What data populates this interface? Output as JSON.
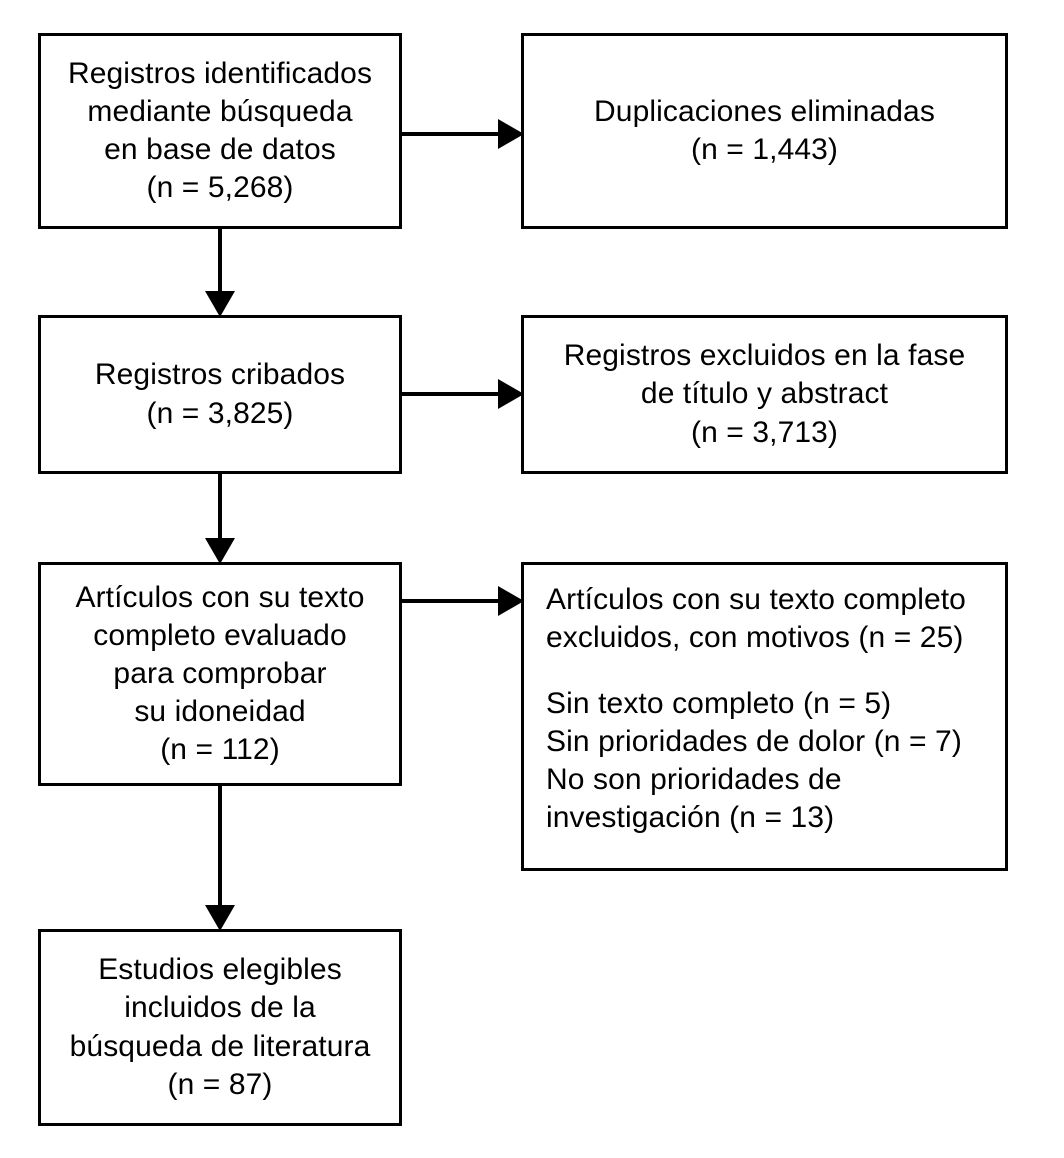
{
  "diagram": {
    "type": "prisma-flow-diagram",
    "language": "es",
    "background_color": "#ffffff",
    "line_color": "#000000",
    "text_color": "#000000"
  },
  "boxes": {
    "identified": {
      "name": "records-identified",
      "lines": [
        "Registros identificados",
        "mediante búsqueda",
        "en base de datos",
        "(n = 5,268)"
      ],
      "count": "5,268",
      "align": "center"
    },
    "duplicates": {
      "name": "duplicates-removed",
      "lines": [
        "Duplicaciones eliminadas",
        "(n = 1,443)"
      ],
      "count": "1,443",
      "align": "center"
    },
    "screened": {
      "name": "records-screened",
      "lines": [
        "Registros cribados",
        "(n = 3,825)"
      ],
      "count": "3,825",
      "align": "center"
    },
    "excluded_title_abstract": {
      "name": "records-excluded-title-abstract",
      "lines": [
        "Registros excluidos en la fase",
        "de título y abstract",
        "(n = 3,713)"
      ],
      "count": "3,713",
      "align": "center"
    },
    "fulltext_assessed": {
      "name": "fulltext-assessed",
      "lines": [
        "Artículos con su texto",
        "completo evaluado",
        "para comprobar",
        "su idoneidad",
        "(n = 112)"
      ],
      "count": "112",
      "align": "center"
    },
    "fulltext_excluded": {
      "name": "fulltext-excluded-with-reasons",
      "lines": [
        "Artículos con su texto completo",
        "excluidos, con motivos (n = 25)",
        "",
        "Sin texto completo (n = 5)",
        "Sin prioridades de dolor (n = 7)",
        "No son prioridades de",
        "investigación (n = 13)"
      ],
      "count": "25",
      "align": "left",
      "reasons": [
        {
          "label": "Sin texto completo",
          "n": "5"
        },
        {
          "label": "Sin prioridades de dolor",
          "n": "7"
        },
        {
          "label": "No son prioridades de investigación",
          "n": "13"
        }
      ]
    },
    "included": {
      "name": "studies-included",
      "lines": [
        "Estudios elegibles",
        "incluidos de la",
        "búsqueda de literatura",
        "(n = 87)"
      ],
      "count": "87",
      "align": "center"
    }
  },
  "connectors": [
    {
      "name": "arrow-identified-to-duplicates",
      "direction": "right"
    },
    {
      "name": "arrow-identified-to-screened",
      "direction": "down"
    },
    {
      "name": "arrow-screened-to-excluded",
      "direction": "right"
    },
    {
      "name": "arrow-screened-to-fulltext",
      "direction": "down"
    },
    {
      "name": "arrow-fulltext-to-excluded",
      "direction": "right"
    },
    {
      "name": "arrow-fulltext-to-included",
      "direction": "down"
    }
  ]
}
